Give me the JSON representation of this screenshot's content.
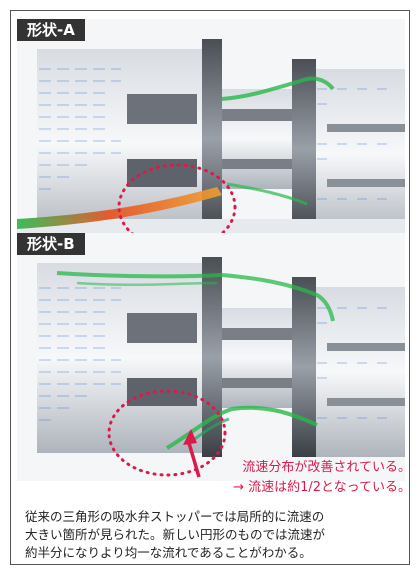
{
  "panels": [
    {
      "label": "形状-A"
    },
    {
      "label": "形状-B"
    }
  ],
  "annotation": {
    "line1": "流速分布が改善されている。",
    "line2": "→ 流速は約1/2となっている。"
  },
  "caption": {
    "line1": "従来の三角形の吸水弁ストッパーでは局所的に流速の",
    "line2": "大きい箇所が見られた。新しい円形のものでは流速が",
    "line3": "約半分になりより均一な流れであることがわかる。"
  },
  "colors": {
    "highlight_red": "#d81b4a",
    "tag_background": "#333333",
    "flow_low": "#2a6fd6",
    "flow_mid": "#28b84a",
    "flow_high": "#e8501e"
  }
}
